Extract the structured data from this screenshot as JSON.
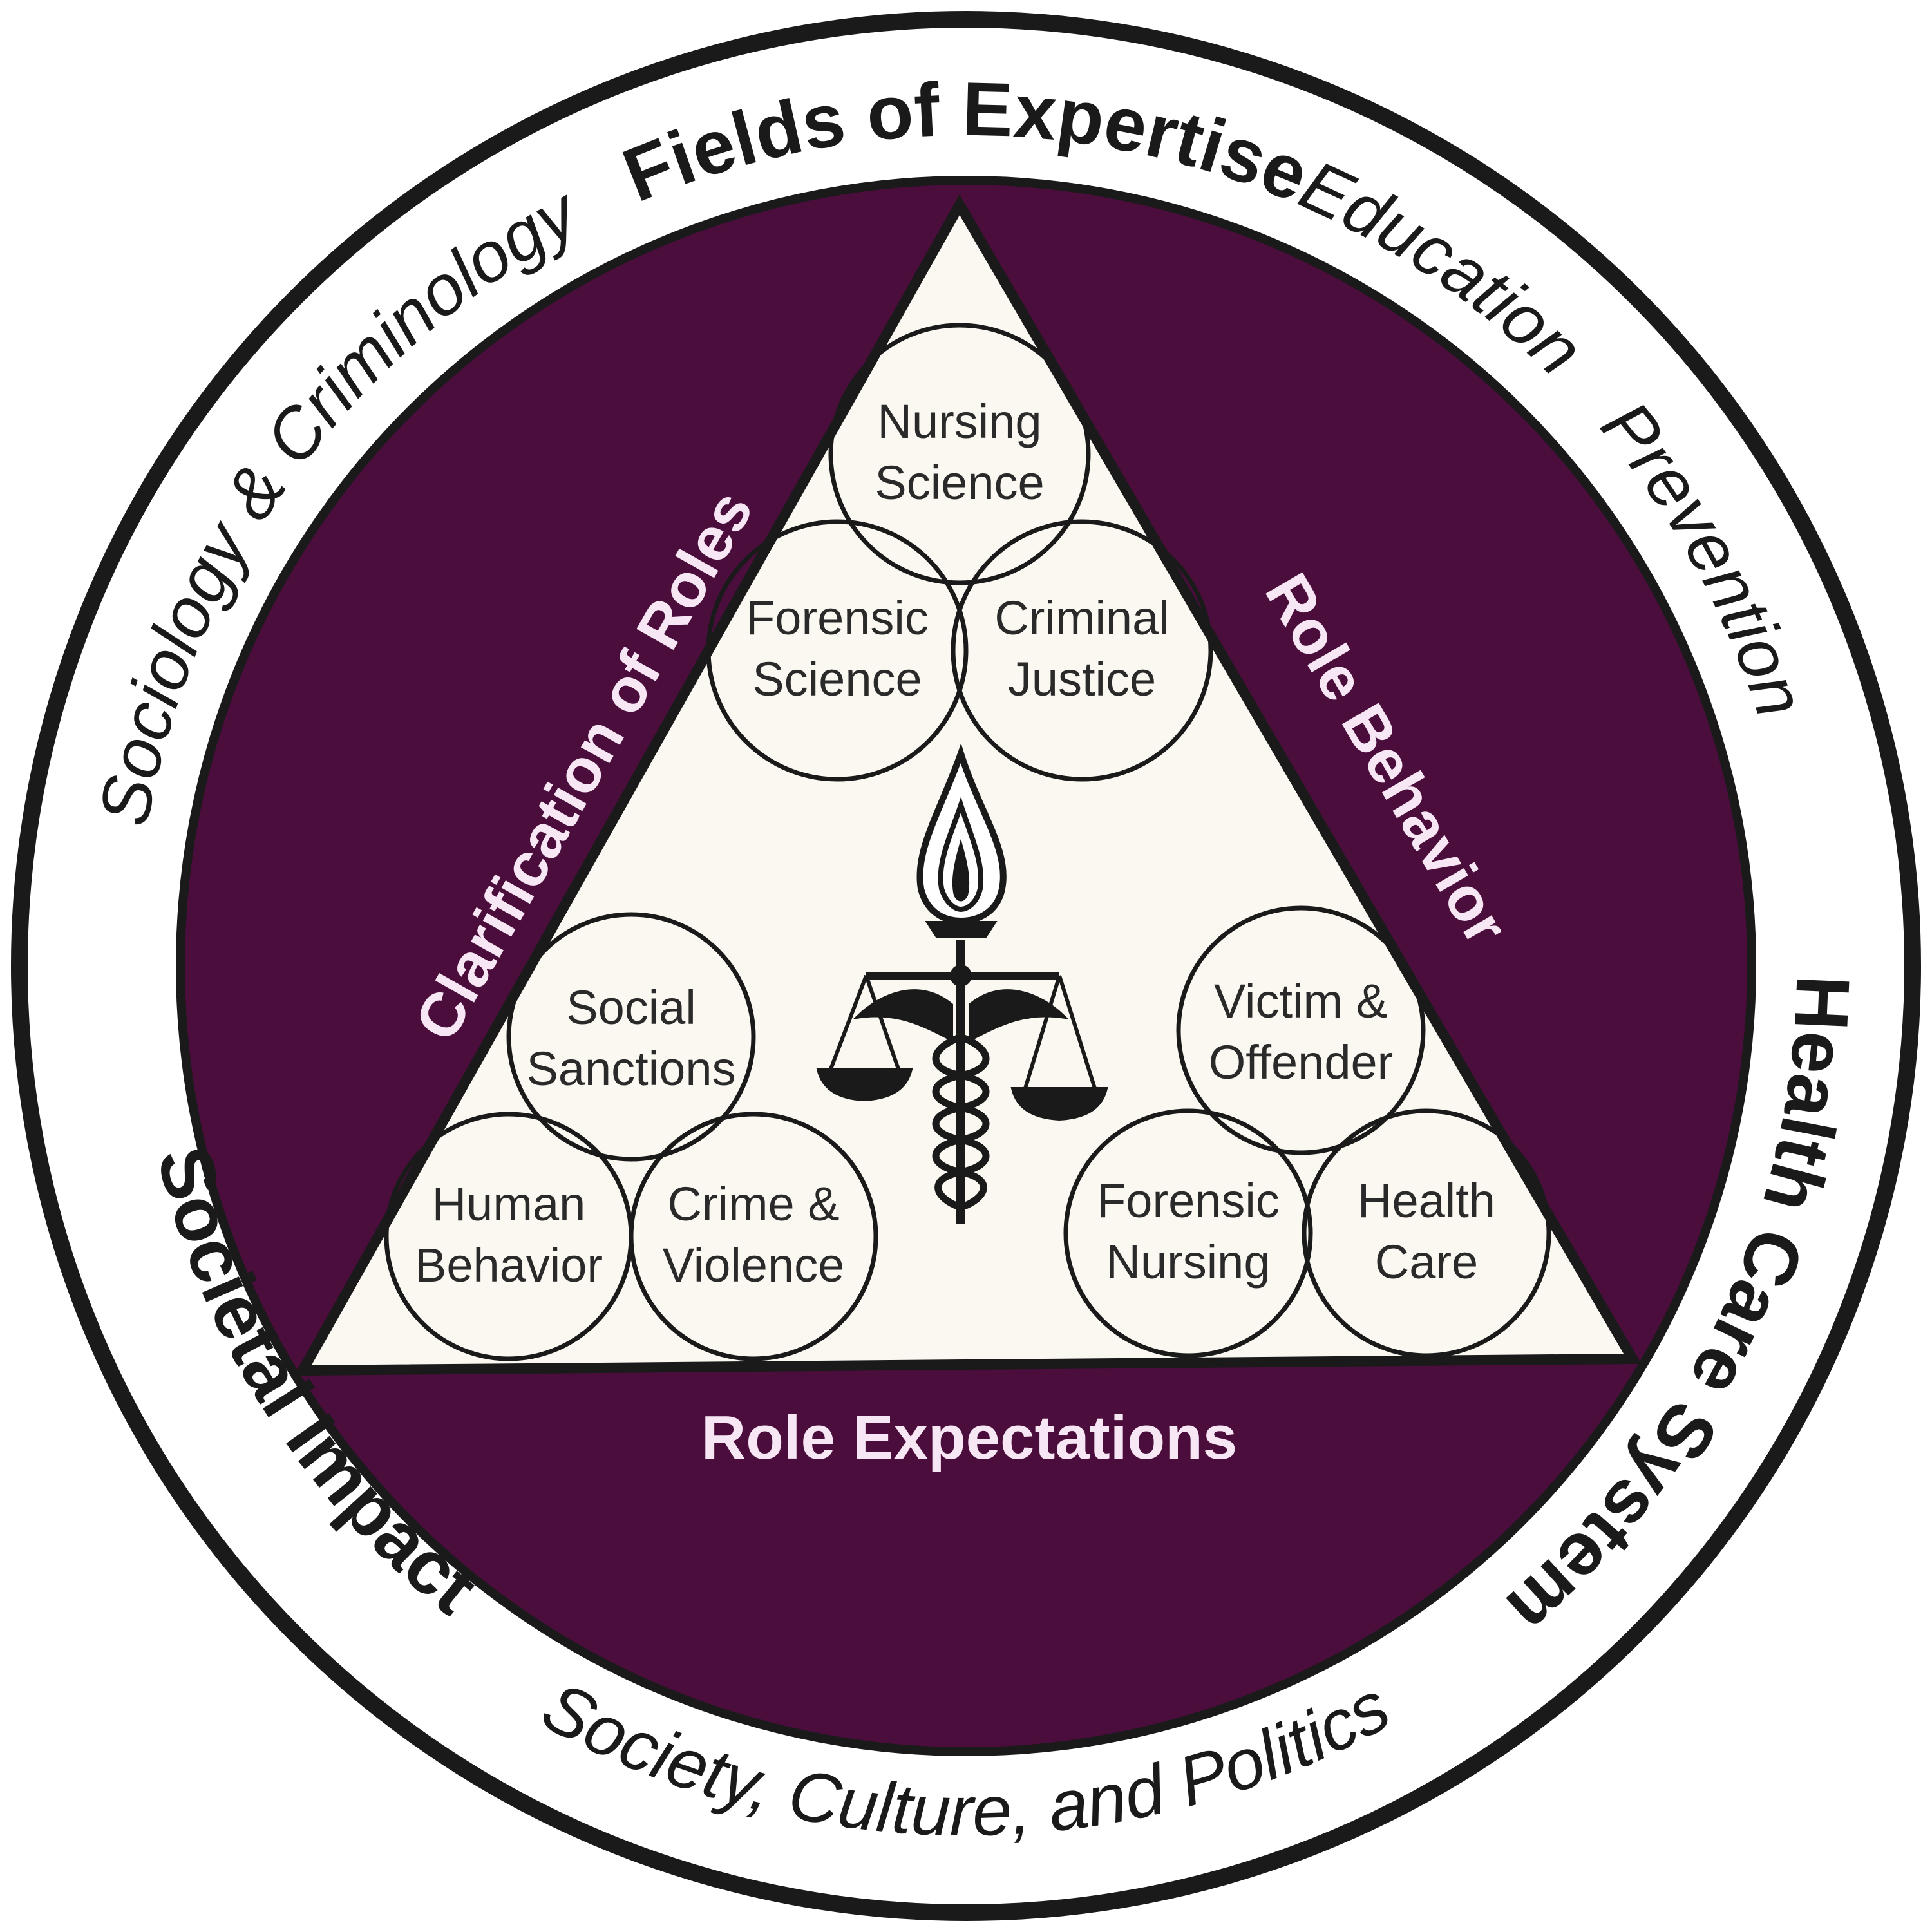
{
  "colors": {
    "ring_outline": "#1a1a1a",
    "band_fill": "#4a0d3c",
    "triangle_fill": "#fbf8f1",
    "band_text": "#f7e6f3",
    "ink": "#1a1a1a"
  },
  "outer_ring": {
    "fields_of_expertise": "Fields of Expertise",
    "education": "Education",
    "prevention": "Prevention",
    "health_care_system": "Health Care System",
    "society_culture_politics": "Society, Culture, and Politics",
    "societal_impact": "Societal Impact",
    "sociology_criminology": "Sociology & Criminology"
  },
  "bands": {
    "clarification_of_roles": "Clarification of Roles",
    "role_behavior": "Role Behavior",
    "role_expectations": "Role Expectations"
  },
  "circles": {
    "nursing_science": [
      "Nursing",
      "Science"
    ],
    "forensic_science": [
      "Forensic",
      "Science"
    ],
    "criminal_justice": [
      "Criminal",
      "Justice"
    ],
    "social_sanctions": [
      "Social",
      "Sanctions"
    ],
    "human_behavior": [
      "Human",
      "Behavior"
    ],
    "crime_violence": [
      "Crime &",
      "Violence"
    ],
    "victim_offender": [
      "Victim &",
      "Offender"
    ],
    "forensic_nursing": [
      "Forensic",
      "Nursing"
    ],
    "health_care": [
      "Health",
      "Care"
    ]
  },
  "icons": {
    "emblem": "flame-scales-caduceus-icon"
  }
}
